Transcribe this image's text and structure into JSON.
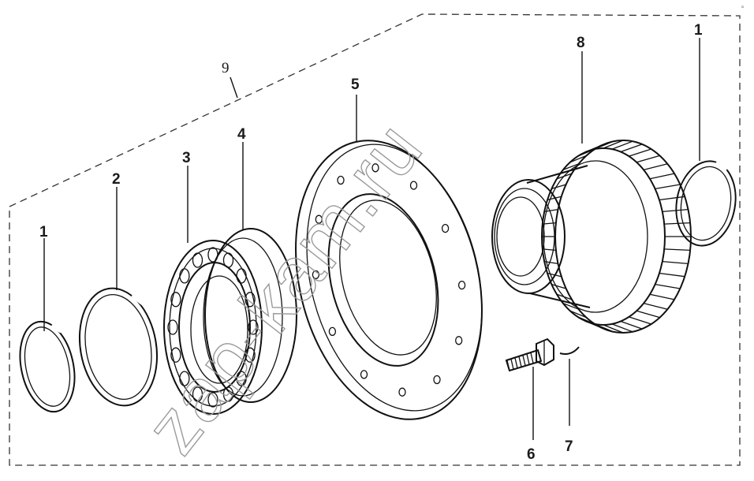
{
  "diagram": {
    "labels": {
      "ring_left": "1",
      "ring_right": "1",
      "ring_2": "2",
      "bearing_3": "3",
      "ring_4": "4",
      "flange_5": "5",
      "bolt_6": "6",
      "washer_7": "7",
      "gear_8": "8",
      "assembly_9": "9"
    },
    "watermark": "zap-kam.ru",
    "corner_mark": "a"
  }
}
